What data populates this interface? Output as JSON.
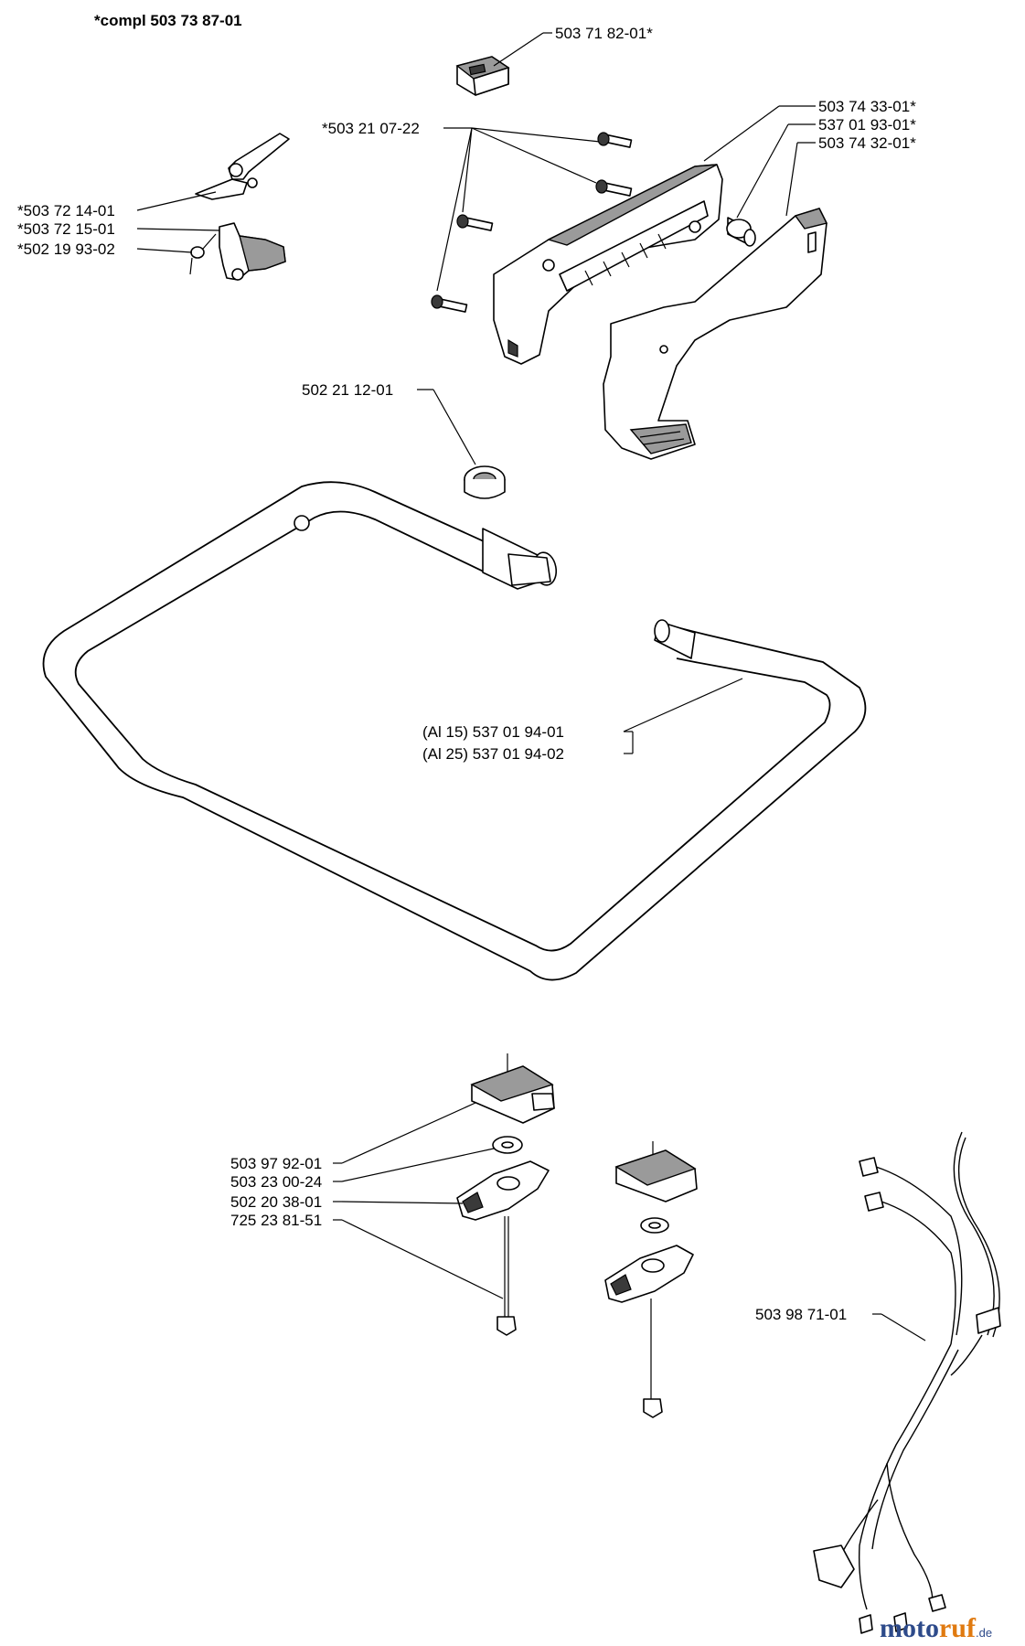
{
  "header": {
    "title": "*compl 503 73 87-01"
  },
  "labels": {
    "p_503718201": "503 71 82-01*",
    "p_503210722": "*503 21 07-22",
    "p_503743301": "503 74 33-01*",
    "p_537019301": "537 01 93-01*",
    "p_503743201": "503 74 32-01*",
    "p_503721401": "*503 72 14-01",
    "p_503721501": "*503 72 15-01",
    "p_502199302": "*502 19 93-02",
    "p_502211201": "502 21 12-01",
    "p_al15": "(Al 15) 537 01 94-01",
    "p_al25": "(Al 25) 537 01 94-02",
    "p_503979201": "503 97 92-01",
    "p_503230024": "503 23 00-24",
    "p_502203801": "502 20 38-01",
    "p_725238151": "725 23 81-51",
    "p_503987101": "503 98 71-01"
  },
  "watermark": {
    "part1": "moto",
    "part2": "ruf",
    "suffix": ".de"
  }
}
